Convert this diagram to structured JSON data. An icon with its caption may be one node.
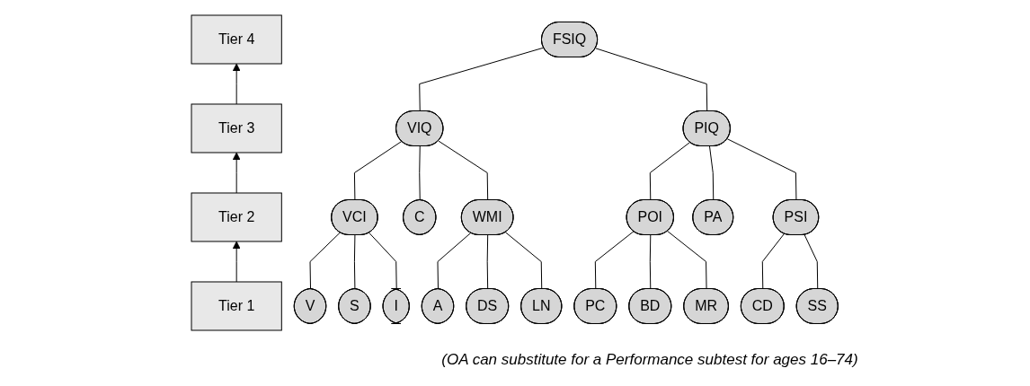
{
  "diagram": {
    "caption": "(OA can substitute for a Performance subtest for ages 16–74)",
    "nodes": [
      {
        "text": [
          "Tier 4"
        ]
      },
      {
        "text": [
          "Tier 3"
        ]
      },
      {
        "text": [
          "Tier 2"
        ]
      },
      {
        "text": [
          "Tier 1"
        ]
      },
      {
        "text": [
          "FSIQ"
        ]
      },
      {
        "text": [
          "VIQ"
        ]
      },
      {
        "text": [
          "PIQ"
        ]
      },
      {
        "text": [
          "VCI"
        ]
      },
      {
        "text": [
          "WMI"
        ]
      },
      {
        "text": [
          "POI"
        ]
      },
      {
        "text": [
          "PSI"
        ]
      },
      {
        "text": [
          "V"
        ]
      },
      {
        "text": [
          "S"
        ]
      },
      {
        "text": [
          "I"
        ]
      },
      {
        "text": [
          "C"
        ]
      },
      {
        "text": [
          "A"
        ]
      },
      {
        "text": [
          "DS"
        ]
      },
      {
        "text": [
          "LN"
        ]
      },
      {
        "text": [
          "PC"
        ]
      },
      {
        "text": [
          "BD"
        ]
      },
      {
        "text": [
          "MR"
        ]
      },
      {
        "text": [
          "PA"
        ]
      },
      {
        "text": [
          "CD"
        ]
      },
      {
        "text": [
          "SS"
        ]
      }
    ],
    "edges": [
      {
        "from": 3,
        "to": 2,
        "arrow": "to"
      },
      {
        "from": 2,
        "to": 1,
        "arrow": "to"
      },
      {
        "from": 1,
        "to": 0,
        "arrow": "to"
      },
      {
        "from": 4,
        "to": 5,
        "arrow": "none"
      },
      {
        "from": 4,
        "to": 6,
        "arrow": "none"
      },
      {
        "from": 5,
        "to": 7,
        "arrow": "none"
      },
      {
        "from": 5,
        "to": 14,
        "arrow": "none"
      },
      {
        "from": 5,
        "to": 8,
        "arrow": "none"
      },
      {
        "from": 6,
        "to": 9,
        "arrow": "none"
      },
      {
        "from": 6,
        "to": 21,
        "arrow": "none"
      },
      {
        "from": 6,
        "to": 10,
        "arrow": "none"
      },
      {
        "from": 7,
        "to": 11,
        "arrow": "none"
      },
      {
        "from": 7,
        "to": 12,
        "arrow": "none"
      },
      {
        "from": 7,
        "to": 13,
        "arrow": "none"
      },
      {
        "from": 8,
        "to": 15,
        "arrow": "none"
      },
      {
        "from": 8,
        "to": 16,
        "arrow": "none"
      },
      {
        "from": 8,
        "to": 17,
        "arrow": "none"
      },
      {
        "from": 9,
        "to": 18,
        "arrow": "none"
      },
      {
        "from": 9,
        "to": 19,
        "arrow": "none"
      },
      {
        "from": 9,
        "to": 20,
        "arrow": "none"
      },
      {
        "from": 10,
        "to": 22,
        "arrow": "none"
      },
      {
        "from": 10,
        "to": 23,
        "arrow": "none"
      }
    ]
  }
}
